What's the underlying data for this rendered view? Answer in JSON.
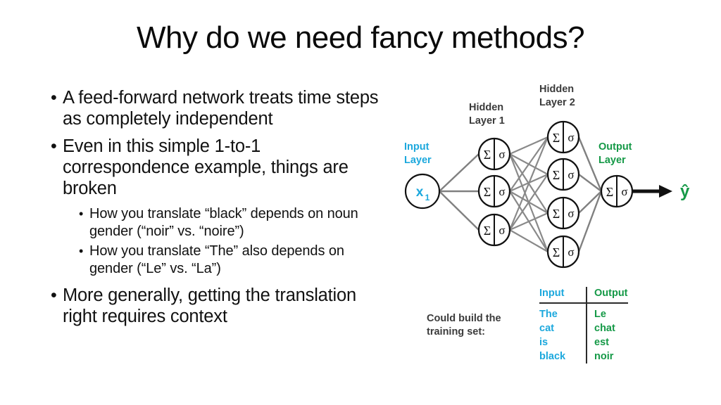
{
  "slide": {
    "title": "Why do we need fancy methods?"
  },
  "bullets": [
    {
      "text": "A feed-forward network treats time steps as completely independent",
      "sub": []
    },
    {
      "text": "Even in this simple 1-to-1 correspondence example, things are broken",
      "sub": [
        "How you translate “black” depends on noun gender (“noir” vs. “noire”)",
        "How you translate “The” also depends on gender (“Le” vs. “La”)"
      ]
    },
    {
      "text": "More generally, getting the translation right requires context",
      "sub": []
    }
  ],
  "bullet_marker": "•",
  "diagram": {
    "labels": {
      "input_layer": "Input\nLayer",
      "input_layer_line1": "Input",
      "input_layer_line2": "Layer",
      "hidden1_line1": "Hidden",
      "hidden1_line2": "Layer 1",
      "hidden2_line1": "Hidden",
      "hidden2_line2": "Layer 2",
      "output_layer_line1": "Output",
      "output_layer_line2": "Layer"
    },
    "input_node_label": "x",
    "input_node_subscript": "1",
    "neuron_sum_symbol": "Σ",
    "neuron_activation_symbol": "σ",
    "output_symbol": "ŷ",
    "layer_sizes": {
      "input": 1,
      "hidden1": 3,
      "hidden2": 4,
      "output": 1
    },
    "colors": {
      "input_blue": "#1CA8DD",
      "output_green": "#159947",
      "edge_gray": "#808080",
      "node_stroke": "#111111",
      "label_dark": "#3b3b3b"
    }
  },
  "training_set": {
    "caption_line1": "Could build the",
    "caption_line2": "training set:",
    "headers": [
      "Input",
      "Output"
    ],
    "rows": [
      [
        "The",
        "Le"
      ],
      [
        "cat",
        "chat"
      ],
      [
        "is",
        "est"
      ],
      [
        "black",
        "noir"
      ]
    ]
  }
}
